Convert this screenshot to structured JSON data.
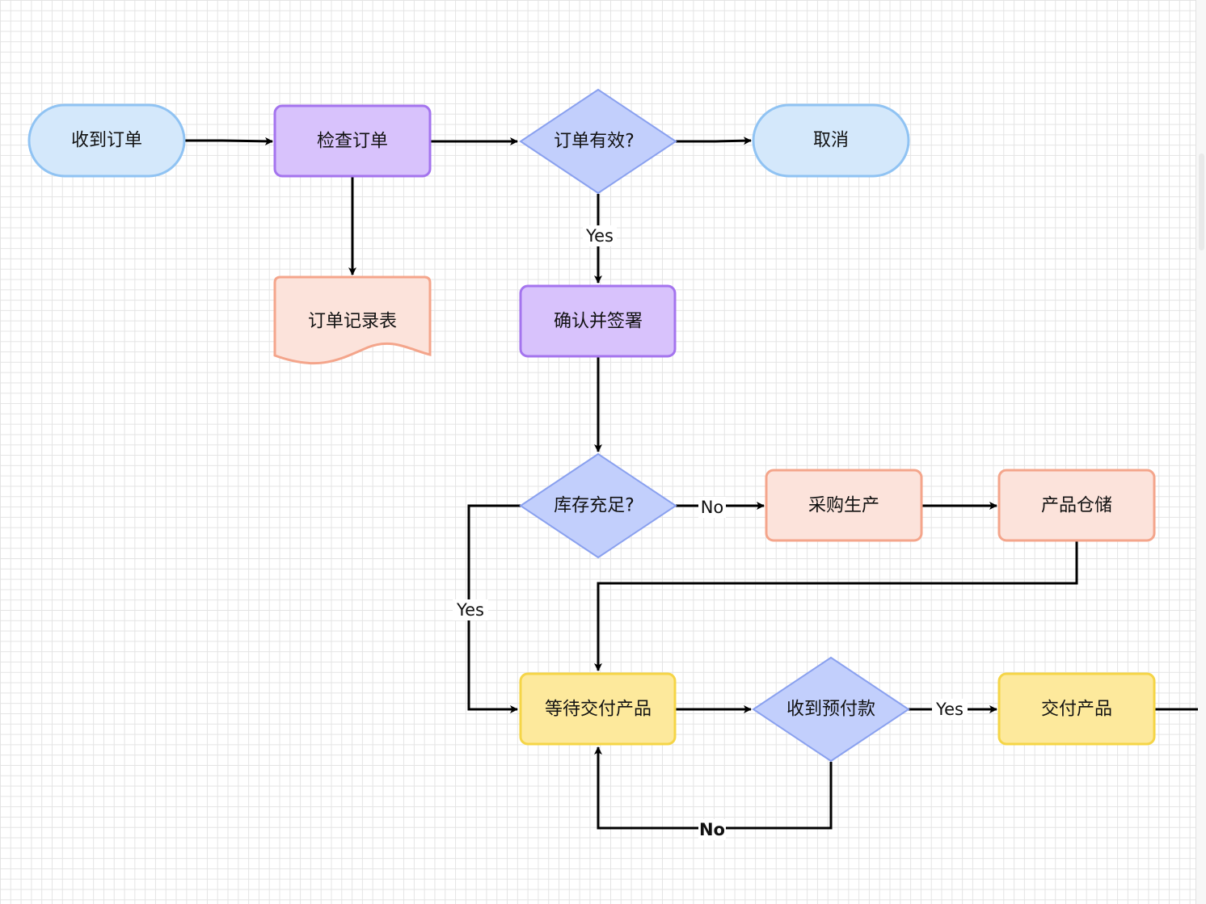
{
  "nodes": {
    "receive_order": "收到订单",
    "check_order": "检查订单",
    "order_valid": "订单有效?",
    "cancel": "取消",
    "order_record": "订单记录表",
    "confirm_sign": "确认并签署",
    "stock_enough": "库存充足?",
    "purchase_produce": "采购生产",
    "product_storage": "产品仓储",
    "wait_delivery": "等待交付产品",
    "receive_prepay": "收到预付款",
    "deliver_product": "交付产品"
  },
  "edge_labels": {
    "valid_yes": "Yes",
    "stock_no": "No",
    "stock_yes": "Yes",
    "prepay_yes": "Yes",
    "prepay_no": "No"
  },
  "colors": {
    "terminal_fill": "#d4e8fb",
    "terminal_stroke": "#90c3f3",
    "process_purple_fill": "#d8c2fc",
    "process_purple_stroke": "#a474ee",
    "decision_fill": "#c2cffc",
    "decision_stroke": "#8aa1ef",
    "salmon_fill": "#fce3db",
    "salmon_stroke": "#f4a58b",
    "yellow_fill": "#fde99c",
    "yellow_stroke": "#f5d547",
    "edge": "#000000"
  }
}
